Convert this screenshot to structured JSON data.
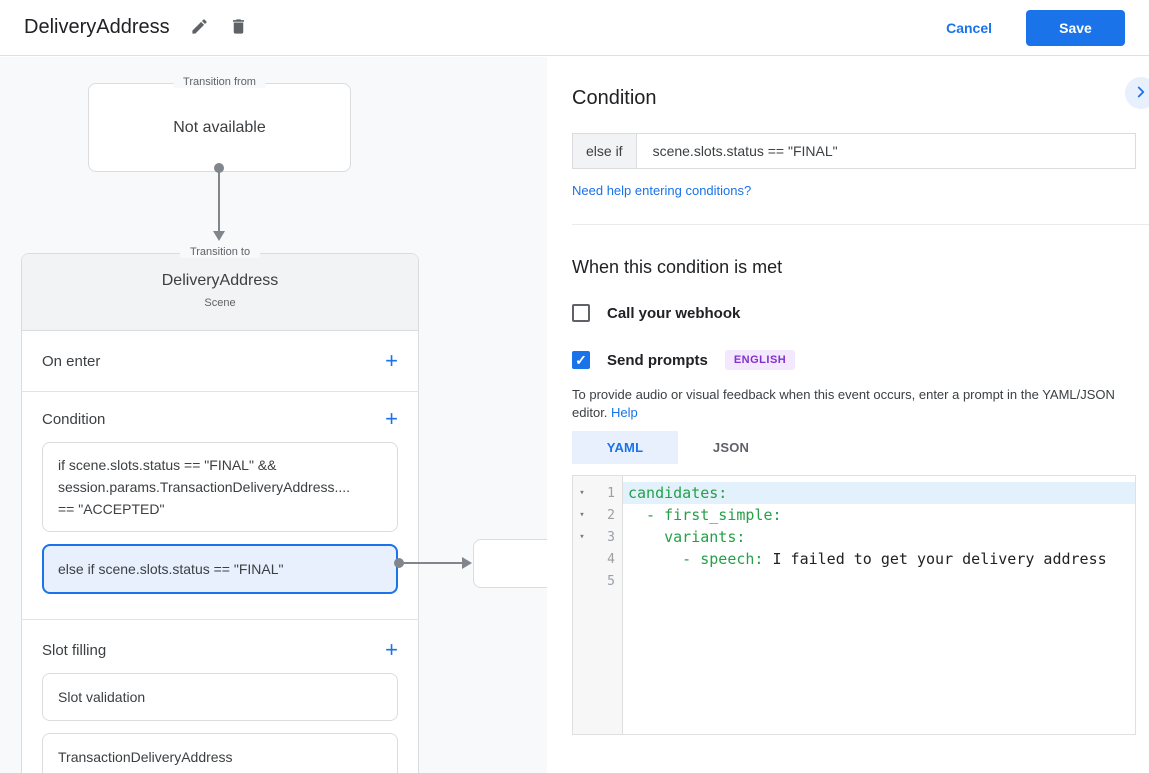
{
  "header": {
    "title": "DeliveryAddress",
    "cancel_label": "Cancel",
    "save_label": "Save"
  },
  "diagram": {
    "transition_from": {
      "legend": "Transition from",
      "content": "Not available"
    },
    "scene_card": {
      "legend": "Transition to",
      "title": "DeliveryAddress",
      "subtitle": "Scene",
      "on_enter_label": "On enter",
      "condition_label": "Condition",
      "condition_items": [
        {
          "lines": [
            "if scene.slots.status == \"FINAL\" &&",
            "session.params.TransactionDeliveryAddress....",
            "== \"ACCEPTED\""
          ],
          "selected": false
        },
        {
          "lines": [
            "else if scene.slots.status == \"FINAL\""
          ],
          "selected": true
        }
      ],
      "slot_filling_label": "Slot filling",
      "slot_items": [
        "Slot validation",
        "TransactionDeliveryAddress"
      ]
    }
  },
  "panel": {
    "title": "Condition",
    "condition_row": {
      "prefix": "else if",
      "value": "scene.slots.status == \"FINAL\""
    },
    "help_link": "Need help entering conditions?",
    "section_title": "When this condition is met",
    "webhook_checkbox": {
      "label": "Call your webhook",
      "checked": false
    },
    "prompts_checkbox": {
      "label": "Send prompts",
      "checked": true,
      "badge": "ENGLISH",
      "tick": "✓"
    },
    "description": "To provide audio or visual feedback when this event occurs, enter a prompt in the YAML/JSON editor.",
    "description_link": "Help",
    "tabs": [
      {
        "label": "YAML",
        "active": true
      },
      {
        "label": "JSON",
        "active": false
      }
    ],
    "editor": {
      "lines": [
        {
          "num": "1",
          "fold": "▾",
          "key": "candidates:",
          "text": "",
          "highlight": true
        },
        {
          "num": "2",
          "fold": "▾",
          "key": "  - first_simple:",
          "text": ""
        },
        {
          "num": "3",
          "fold": "▾",
          "key": "    variants:",
          "text": ""
        },
        {
          "num": "4",
          "fold": "",
          "key": "      - speech:",
          "text": " I failed to get your delivery address"
        },
        {
          "num": "5",
          "fold": "",
          "key": "",
          "text": ""
        }
      ]
    }
  },
  "colors": {
    "accent_blue": "#1a73e8",
    "selected_bg": "#e8f0fe",
    "yaml_key_green": "#24a148",
    "badge_bg": "#f3e8fd",
    "badge_text": "#8430ce",
    "panel_gray": "#f8f9fa"
  }
}
